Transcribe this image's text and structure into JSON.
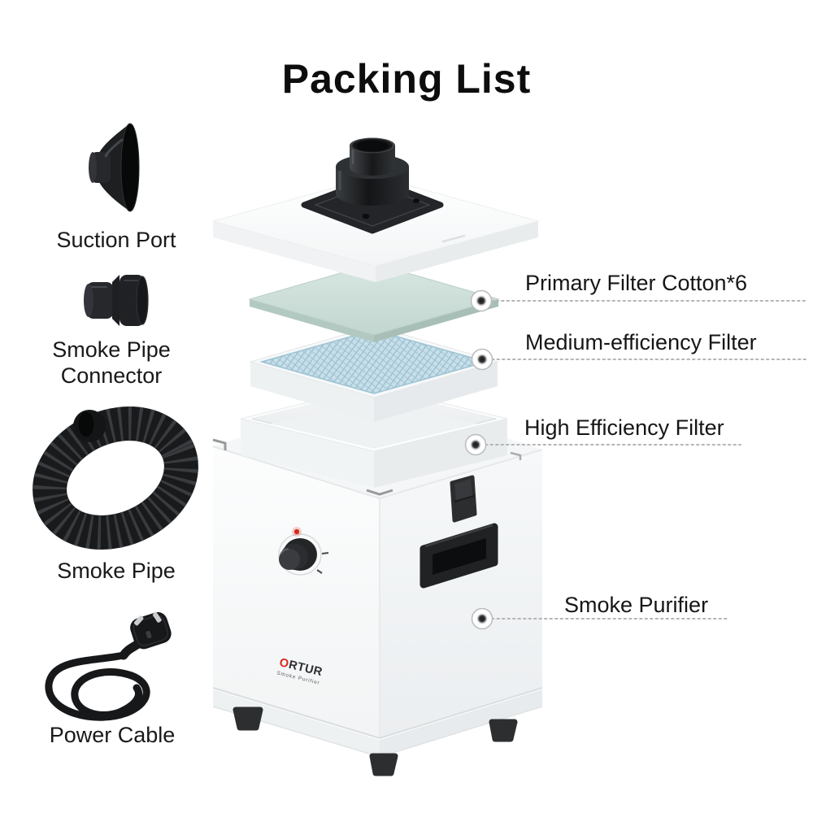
{
  "title": "Packing List",
  "left_items": [
    {
      "id": "suction-port",
      "label": "Suction Port"
    },
    {
      "id": "smoke-pipe-connector",
      "label": "Smoke Pipe Connector"
    },
    {
      "id": "smoke-pipe",
      "label": "Smoke Pipe"
    },
    {
      "id": "power-cable",
      "label": "Power Cable"
    }
  ],
  "callouts": [
    {
      "id": "primary-filter",
      "label": "Primary Filter Cotton*6"
    },
    {
      "id": "medium-filter",
      "label": "Medium-efficiency Filter"
    },
    {
      "id": "high-filter",
      "label": "High Efficiency Filter"
    },
    {
      "id": "smoke-purifier",
      "label": "Smoke Purifier"
    }
  ],
  "device": {
    "brand_o": "O",
    "brand_rest": "RTUR",
    "brand_sub": "Smoke Purifier"
  },
  "colors": {
    "accent_red": "#d8281c",
    "ink": "#141414",
    "filter_mint": "#cbdfd8",
    "filter_mesh_blue": "#c8dfe9",
    "leader_gray": "#b3b6b8",
    "part_black": "#1d1f21"
  }
}
